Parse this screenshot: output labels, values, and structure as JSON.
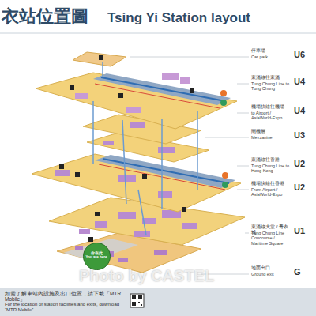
{
  "diagram": {
    "title": "Tsing Yi Station layout",
    "nodes": [
      {
        "text": [
          "你在此",
          "You are here"
        ]
      }
    ],
    "labels": [
      "衣站位置圖",
      "U6",
      "停車場",
      "Car park",
      "U4",
      "東涌線往東涌",
      "Tung Chung Line to Tung Chung",
      "U4",
      "機場快線往機場",
      "to Airport / AsiaWorld-Expo",
      "U3",
      "閘機層",
      "Mezzanine",
      "U2",
      "東涌線往香港",
      "Tung Chung Line to Hong Kong",
      "U2",
      "機場快線往香港",
      "From Airport / AsiaWorld-Expo",
      "U1",
      "東涌線大堂 / 青衣城",
      "Tung Chung Line Concourse / Maritime Square",
      "G",
      "地面出口",
      "Ground exit",
      "如需了解車站內設施及出口位置，請下載「MTR Mobile」",
      "For the location of station facilities and exits, download “MTR Mobile”",
      "Photo by CASTEL"
    ]
  }
}
